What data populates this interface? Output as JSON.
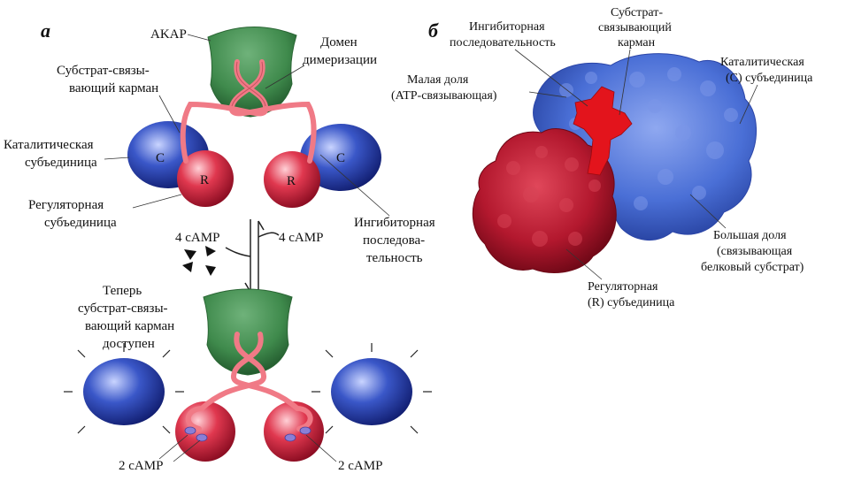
{
  "panel_a": {
    "label": "а",
    "akap": "AKAP",
    "dimerization_l1": "Домен",
    "dimerization_l2": "димеризации",
    "pocket_l1": "Субстрат-связы-",
    "pocket_l2": "вающий карман",
    "catalytic_l1": "Каталитическая",
    "catalytic_l2": "субъединица",
    "regulatory_l1": "Регуляторная",
    "regulatory_l2": "субъединица",
    "c_letter": "C",
    "r_letter": "R",
    "camp_left": "4 cAMP",
    "camp_right": "4 cAMP",
    "inhib_l1": "Ингибиторная",
    "inhib_l2": "последова-",
    "inhib_l3": "тельность",
    "now_l1": "Теперь",
    "now_l2": "субстрат-связы-",
    "now_l3": "вающий карман",
    "now_l4": "доступен",
    "camp2_left": "2 cAMP",
    "camp2_right": "2 cAMP"
  },
  "panel_b": {
    "label": "б",
    "inhib_l1": "Ингибиторная",
    "inhib_l2": "последовательность",
    "pocket_l1": "Субстрат-",
    "pocket_l2": "связывающий",
    "pocket_l3": "карман",
    "small_l1": "Малая доля",
    "small_l2": "(ATP-связывающая)",
    "cat_l1": "Каталитическая",
    "cat_l2": "(C) субъединица",
    "large_l1": "Большая доля",
    "large_l2": "(связывающая",
    "large_l3": "белковый субстрат)",
    "reg_l1": "Регуляторная",
    "reg_l2": "(R) субъединица"
  },
  "colors": {
    "akap_green": "#3f8a4c",
    "catalytic_blue": "#3a57c8",
    "regulatory_red": "#e0384f",
    "protein_blue": "#4a6fd6",
    "protein_red": "#b3182e",
    "inhibitor_red": "#e3141c",
    "linker_pink": "#f07a86"
  }
}
